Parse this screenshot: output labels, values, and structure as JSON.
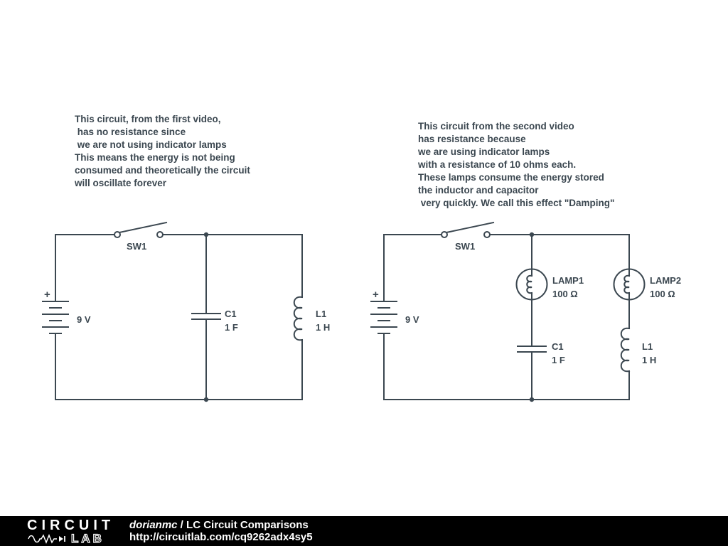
{
  "annotations": {
    "left": {
      "lines": [
        "This circuit, from the first video,",
        " has no resistance since",
        " we are not using indicator lamps",
        "This means the energy is not being",
        "consumed and theoretically the circuit",
        "will oscillate forever"
      ]
    },
    "right": {
      "lines": [
        "This circuit from the second video",
        "has resistance because",
        "we are using indicator lamps",
        "with a resistance of 10 ohms each.",
        "These lamps consume the energy stored",
        "the inductor and capacitor",
        " very quickly. We call this effect \"Damping\""
      ]
    }
  },
  "left_circuit": {
    "switch": "SW1",
    "battery_plus": "+",
    "battery": "9 V",
    "capacitor_name": "C1",
    "capacitor_value": "1 F",
    "inductor_name": "L1",
    "inductor_value": "1 H"
  },
  "right_circuit": {
    "switch": "SW1",
    "battery_plus": "+",
    "battery": "9 V",
    "lamp1_name": "LAMP1",
    "lamp1_value": "100 Ω",
    "lamp2_name": "LAMP2",
    "lamp2_value": "100 Ω",
    "capacitor_name": "C1",
    "capacitor_value": "1 F",
    "inductor_name": "L1",
    "inductor_value": "1 H"
  },
  "footer": {
    "logo_top": "CIRCUIT",
    "logo_bottom": "LAB",
    "author": "dorianmc",
    "separator": " / ",
    "title": "LC Circuit Comparisons",
    "url": "http://circuitlab.com/cq9262adx4sy5"
  },
  "colors": {
    "line": "#3b4750",
    "footer_bg": "#000000"
  }
}
